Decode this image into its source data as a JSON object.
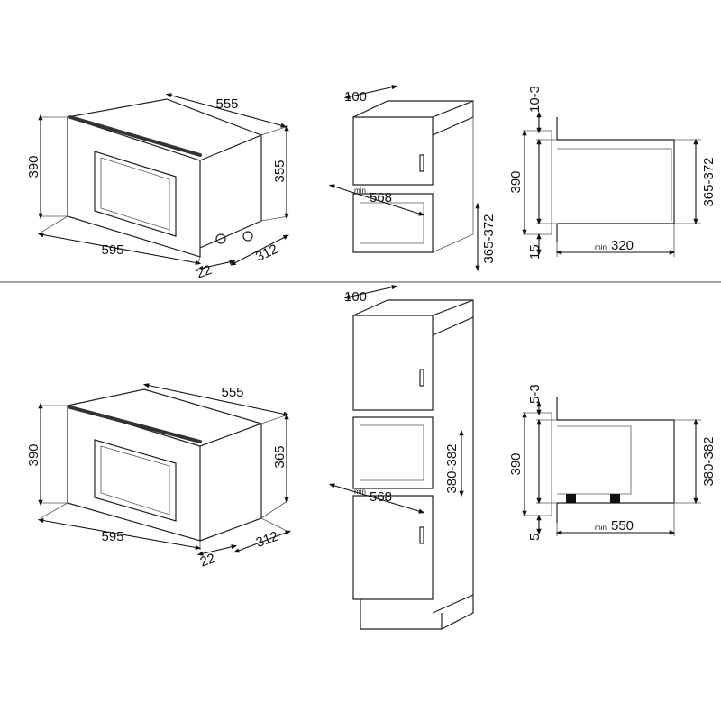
{
  "top_row": {
    "oven": {
      "height": "390",
      "depth": "555",
      "body_height": "355",
      "width": "595",
      "front_offset": "22",
      "side_depth": "312"
    },
    "cabinet": {
      "back_gap": "100",
      "min_label": "min",
      "min_depth": "568",
      "niche_height": "365-372"
    },
    "section": {
      "top_gap": "10-3",
      "height": "390",
      "niche_height": "365-372",
      "bottom_gap": "15",
      "min_label": "min",
      "min_depth": "320"
    }
  },
  "bottom_row": {
    "oven": {
      "height": "390",
      "depth": "555",
      "body_height": "365",
      "width": "595",
      "front_offset": "22",
      "side_depth": "312"
    },
    "cabinet": {
      "back_gap": "100",
      "min_label": "min",
      "min_depth": "568",
      "niche_height": "380-382"
    },
    "section": {
      "top_gap": "5-3",
      "height": "390",
      "niche_height": "380-382",
      "bottom_gap": "5",
      "min_label": "min",
      "min_depth": "550"
    }
  }
}
